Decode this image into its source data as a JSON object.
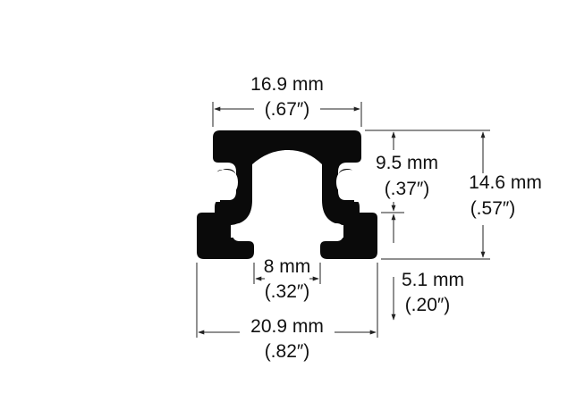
{
  "diagram": {
    "profile_color": "#0a0a0a",
    "dimension_color": "#222222",
    "top_width": {
      "metric": "16.9 mm",
      "imperial": "(.67″)"
    },
    "upper_height": {
      "metric": "9.5 mm",
      "imperial": "(.37″)"
    },
    "total_height": {
      "metric": "14.6 mm",
      "imperial": "(.57″)"
    },
    "slot_width": {
      "metric": "8 mm",
      "imperial": "(.32″)"
    },
    "lower_height": {
      "metric": "5.1 mm",
      "imperial": "(.20″)"
    },
    "base_width": {
      "metric": "20.9 mm",
      "imperial": "(.82″)"
    }
  }
}
